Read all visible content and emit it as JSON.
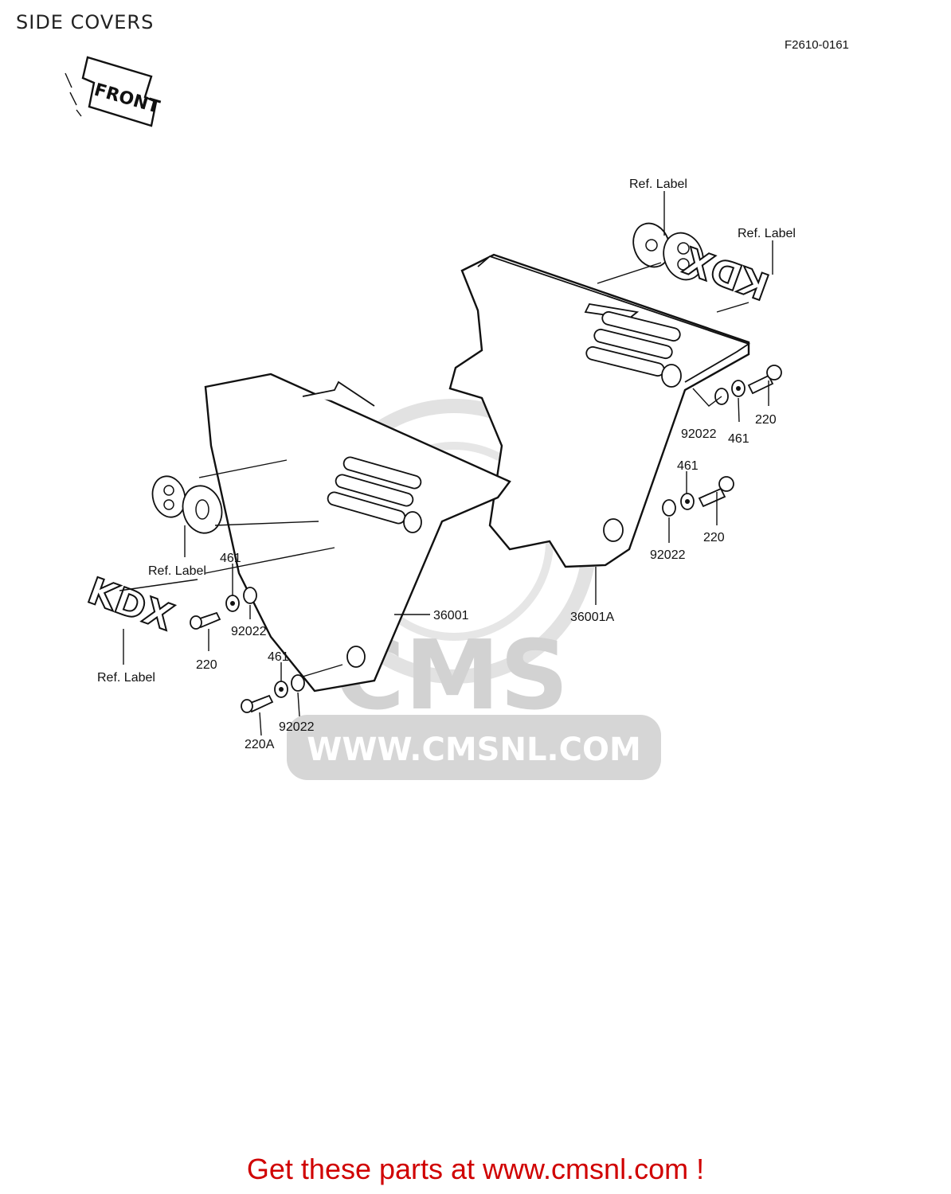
{
  "page": {
    "title": "SIDE COVERS",
    "figure_number": "F2610-0161",
    "cta": "Get these parts at www.cmsnl.com !"
  },
  "watermark": {
    "brand": "CMS",
    "url": "WWW.CMSNL.COM"
  },
  "orientation": {
    "arrow_label": "FRONT"
  },
  "decals": {
    "logo_text": "KDX"
  },
  "labels": {
    "ref_label": "Ref.  Label",
    "cover_left": "36001",
    "cover_right": "36001A",
    "bolt": "220",
    "bolt_a": "220A",
    "washer": "92022",
    "nut": "461"
  },
  "colors": {
    "cta_red": "#d00000",
    "watermark_grey": "#d6d6d6",
    "line": "#111111"
  }
}
